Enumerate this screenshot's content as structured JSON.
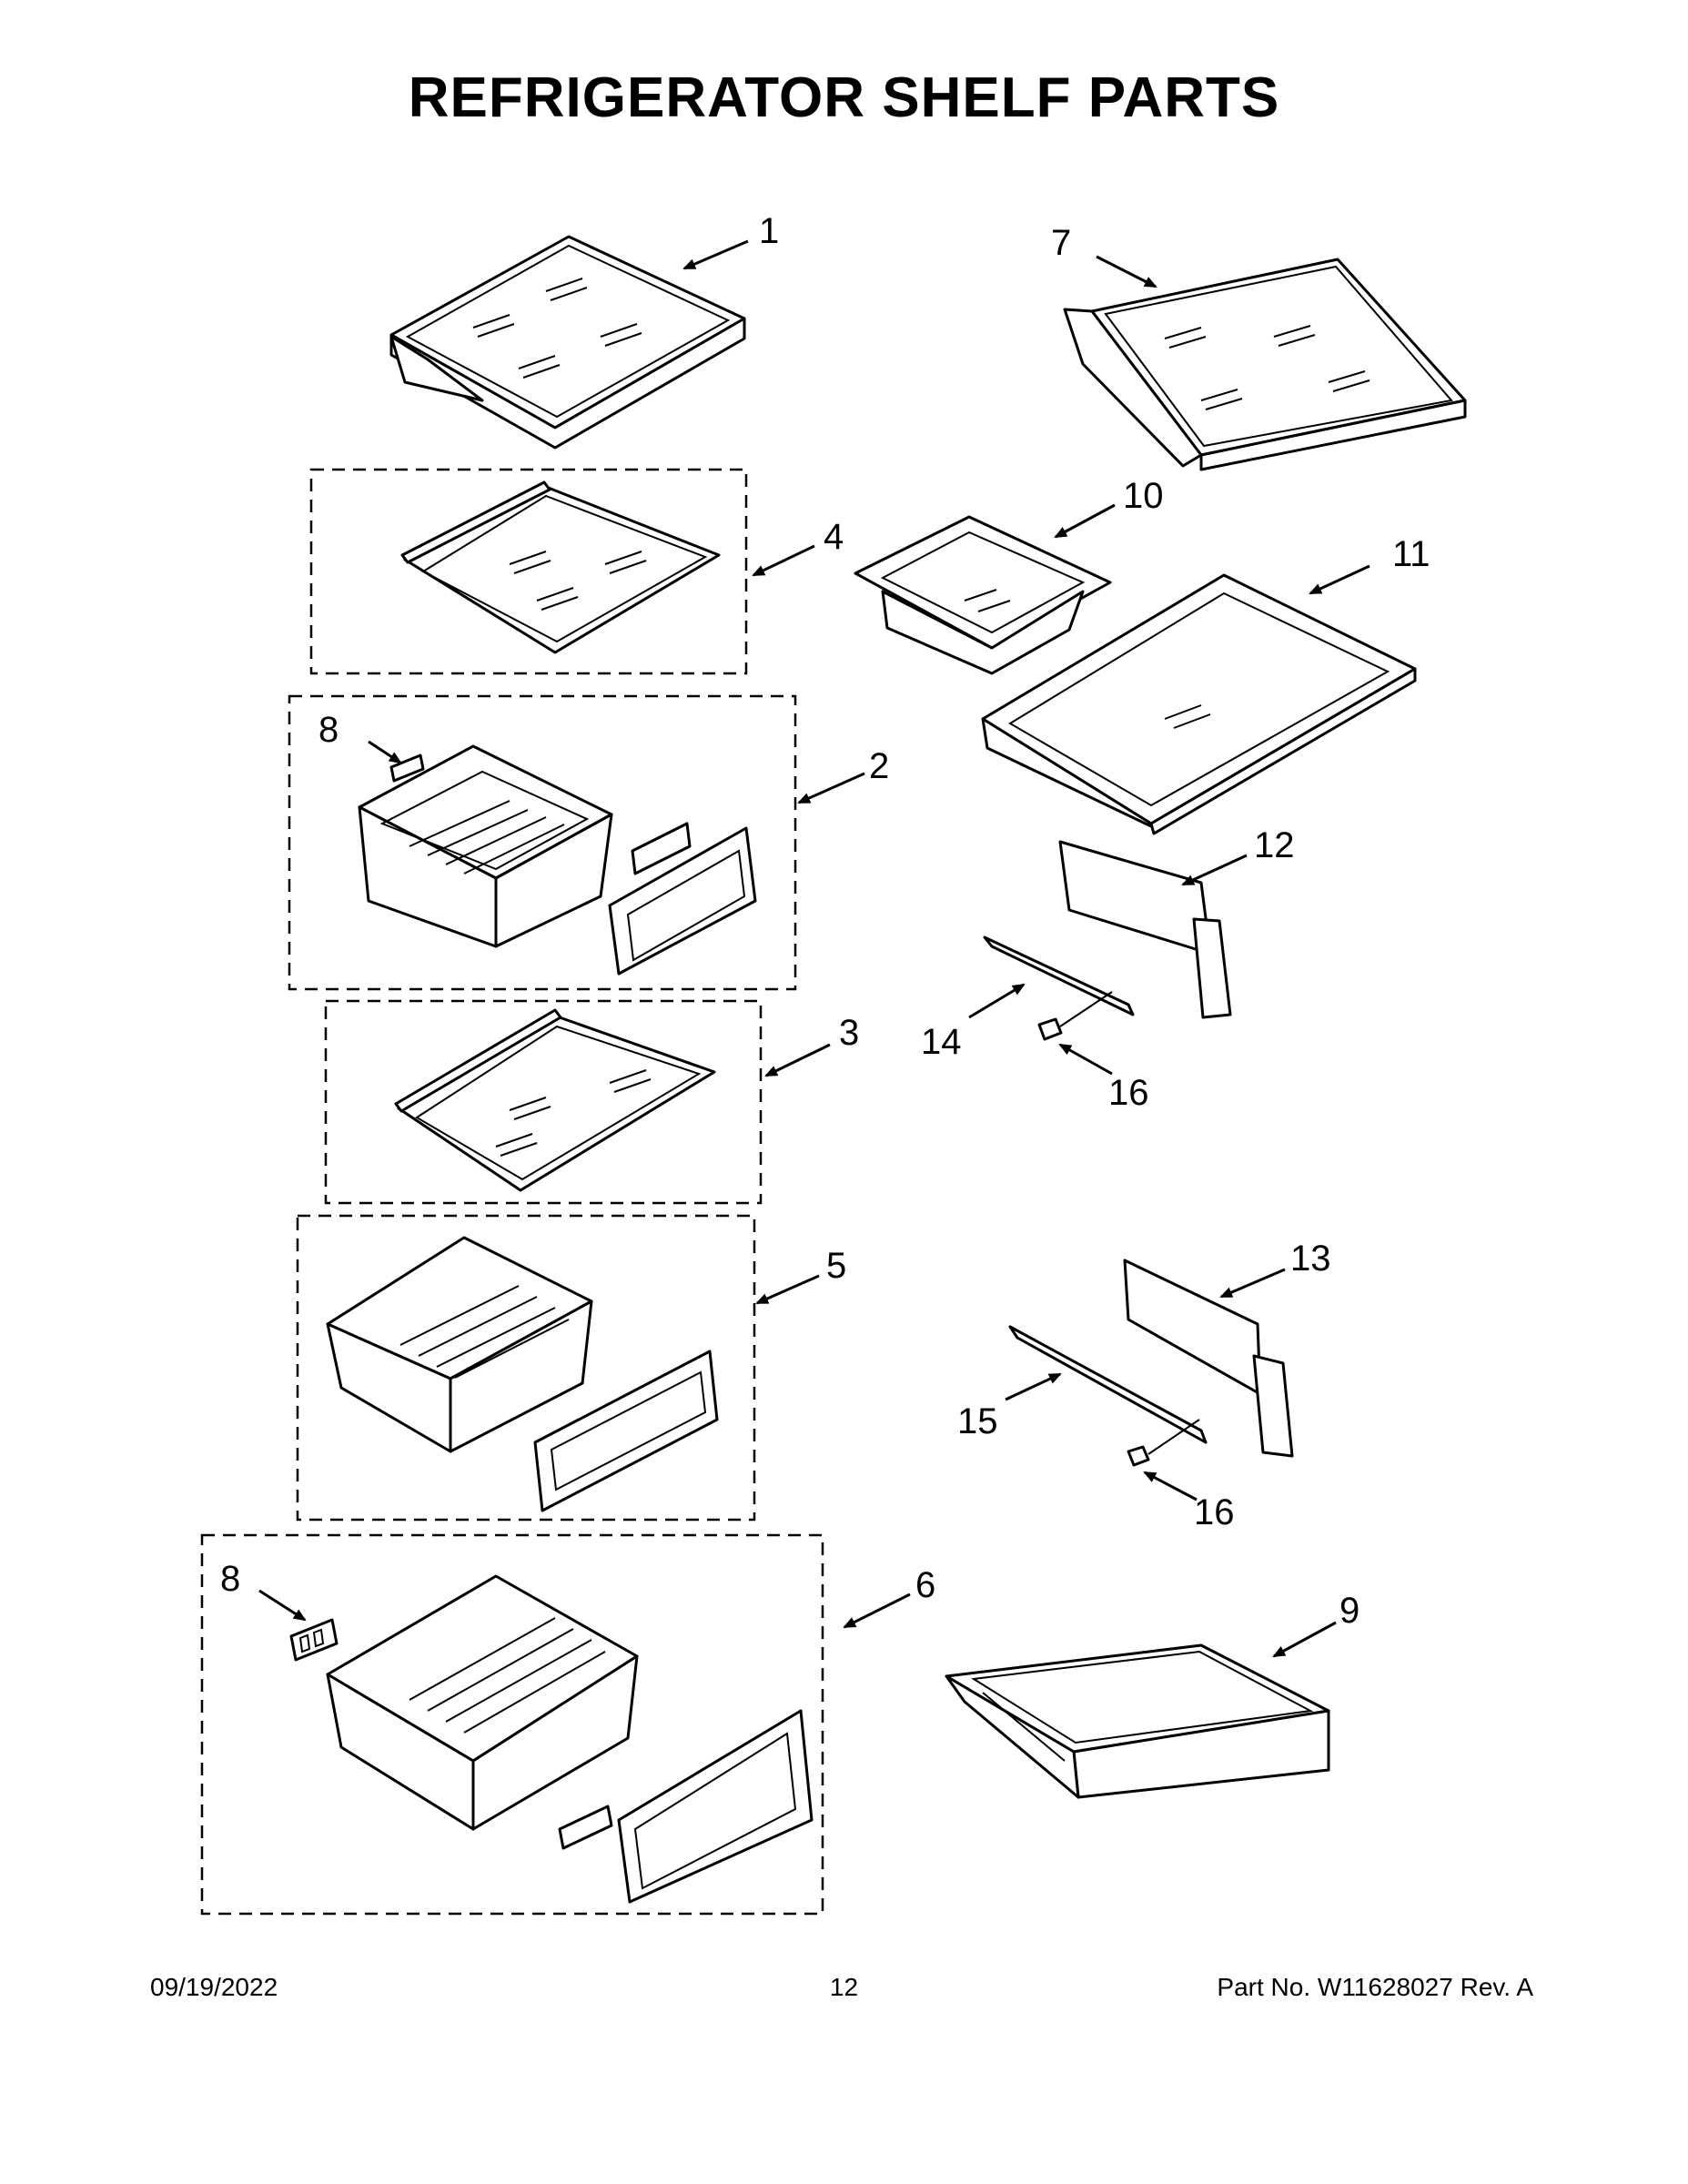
{
  "title": "REFRIGERATOR SHELF PARTS",
  "callouts": [
    "1",
    "2",
    "3",
    "4",
    "5",
    "6",
    "7",
    "8",
    "8",
    "9",
    "10",
    "11",
    "12",
    "13",
    "14",
    "15",
    "16",
    "16"
  ],
  "footer": {
    "date": "09/19/2022",
    "page": "12",
    "part": "Part No.  W11628027  Rev.  A"
  }
}
